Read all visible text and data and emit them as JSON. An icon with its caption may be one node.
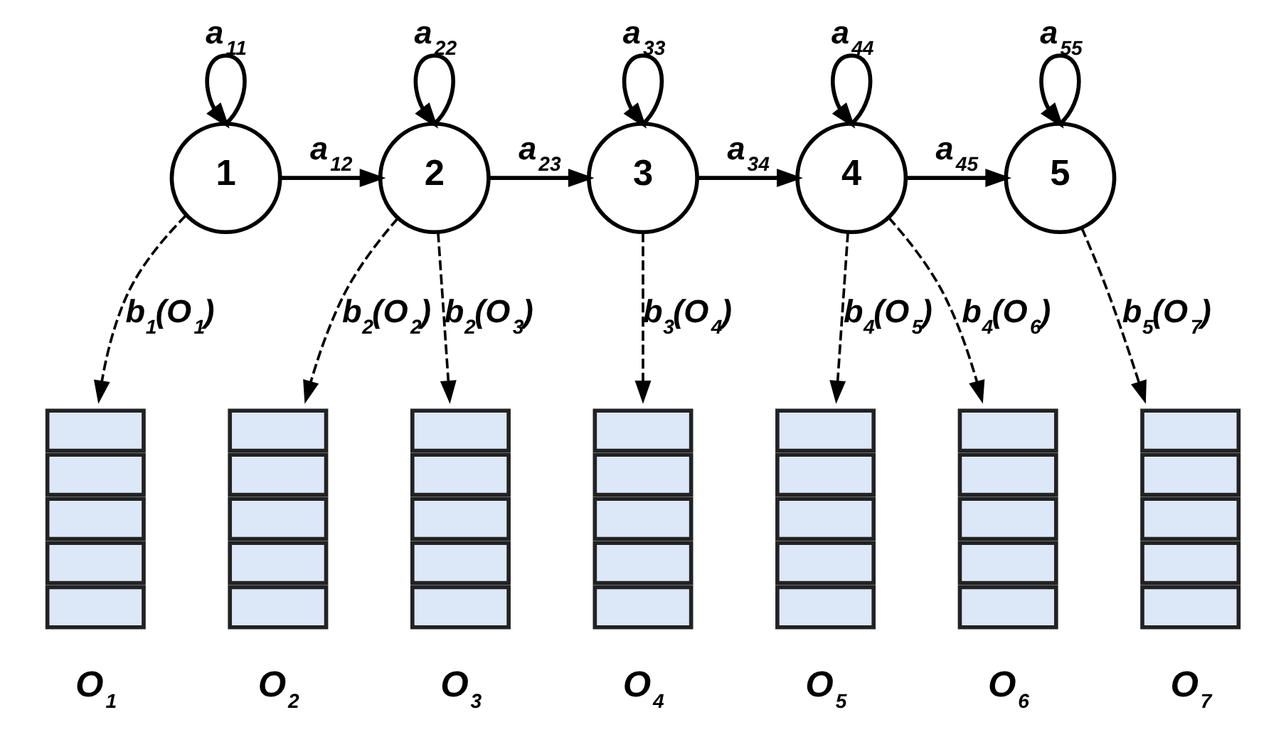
{
  "diagram": {
    "nodes": [
      {
        "text": [
          "1"
        ]
      },
      {
        "text": [
          "2"
        ]
      },
      {
        "text": [
          "3"
        ]
      },
      {
        "text": [
          "4"
        ]
      },
      {
        "text": [
          "5"
        ]
      },
      {
        "text": [
          "O$_{1}$"
        ]
      },
      {
        "text": [
          "O$_{2}$"
        ]
      },
      {
        "text": [
          "O$_{3}$"
        ]
      },
      {
        "text": [
          "O$_{4}$"
        ]
      },
      {
        "text": [
          "O$_{5}$"
        ]
      },
      {
        "text": [
          "O$_{6}$"
        ]
      },
      {
        "text": [
          "O$_{7}$"
        ]
      }
    ],
    "edges": [
      {
        "from": 0,
        "to": 0,
        "arrow": "to",
        "label": "a$_{11}$"
      },
      {
        "from": 1,
        "to": 1,
        "arrow": "to",
        "label": "a$_{22}$"
      },
      {
        "from": 2,
        "to": 2,
        "arrow": "to",
        "label": "a$_{33}$"
      },
      {
        "from": 3,
        "to": 3,
        "arrow": "to",
        "label": "a$_{44}$"
      },
      {
        "from": 4,
        "to": 4,
        "arrow": "to",
        "label": "a$_{55}$"
      },
      {
        "from": 0,
        "to": 1,
        "arrow": "to",
        "label": "a$_{12}$"
      },
      {
        "from": 1,
        "to": 2,
        "arrow": "to",
        "label": "a$_{23}$"
      },
      {
        "from": 2,
        "to": 3,
        "arrow": "to",
        "label": "a$_{34}$"
      },
      {
        "from": 3,
        "to": 4,
        "arrow": "to",
        "label": "a$_{45}$"
      },
      {
        "from": 0,
        "to": 5,
        "arrow": "to",
        "style": "dashed",
        "label": "b$_{1}$(O$_{1}$)"
      },
      {
        "from": 1,
        "to": 6,
        "arrow": "to",
        "style": "dashed",
        "label": "b$_{2}$(O$_{2}$)"
      },
      {
        "from": 1,
        "to": 7,
        "arrow": "to",
        "style": "dashed",
        "label": "b$_{2}$(O$_{3}$)"
      },
      {
        "from": 2,
        "to": 8,
        "arrow": "to",
        "style": "dashed",
        "label": "b$_{3}$(O$_{4}$)"
      },
      {
        "from": 3,
        "to": 9,
        "arrow": "to",
        "style": "dashed",
        "label": "b$_{4}$(O$_{5}$)"
      },
      {
        "from": 3,
        "to": 10,
        "arrow": "to",
        "style": "dashed",
        "label": "b$_{4}$(O$_{6}$)"
      },
      {
        "from": 4,
        "to": 11,
        "arrow": "to",
        "style": "dashed",
        "label": "b$_{5}$(O$_{7}$)"
      }
    ]
  }
}
